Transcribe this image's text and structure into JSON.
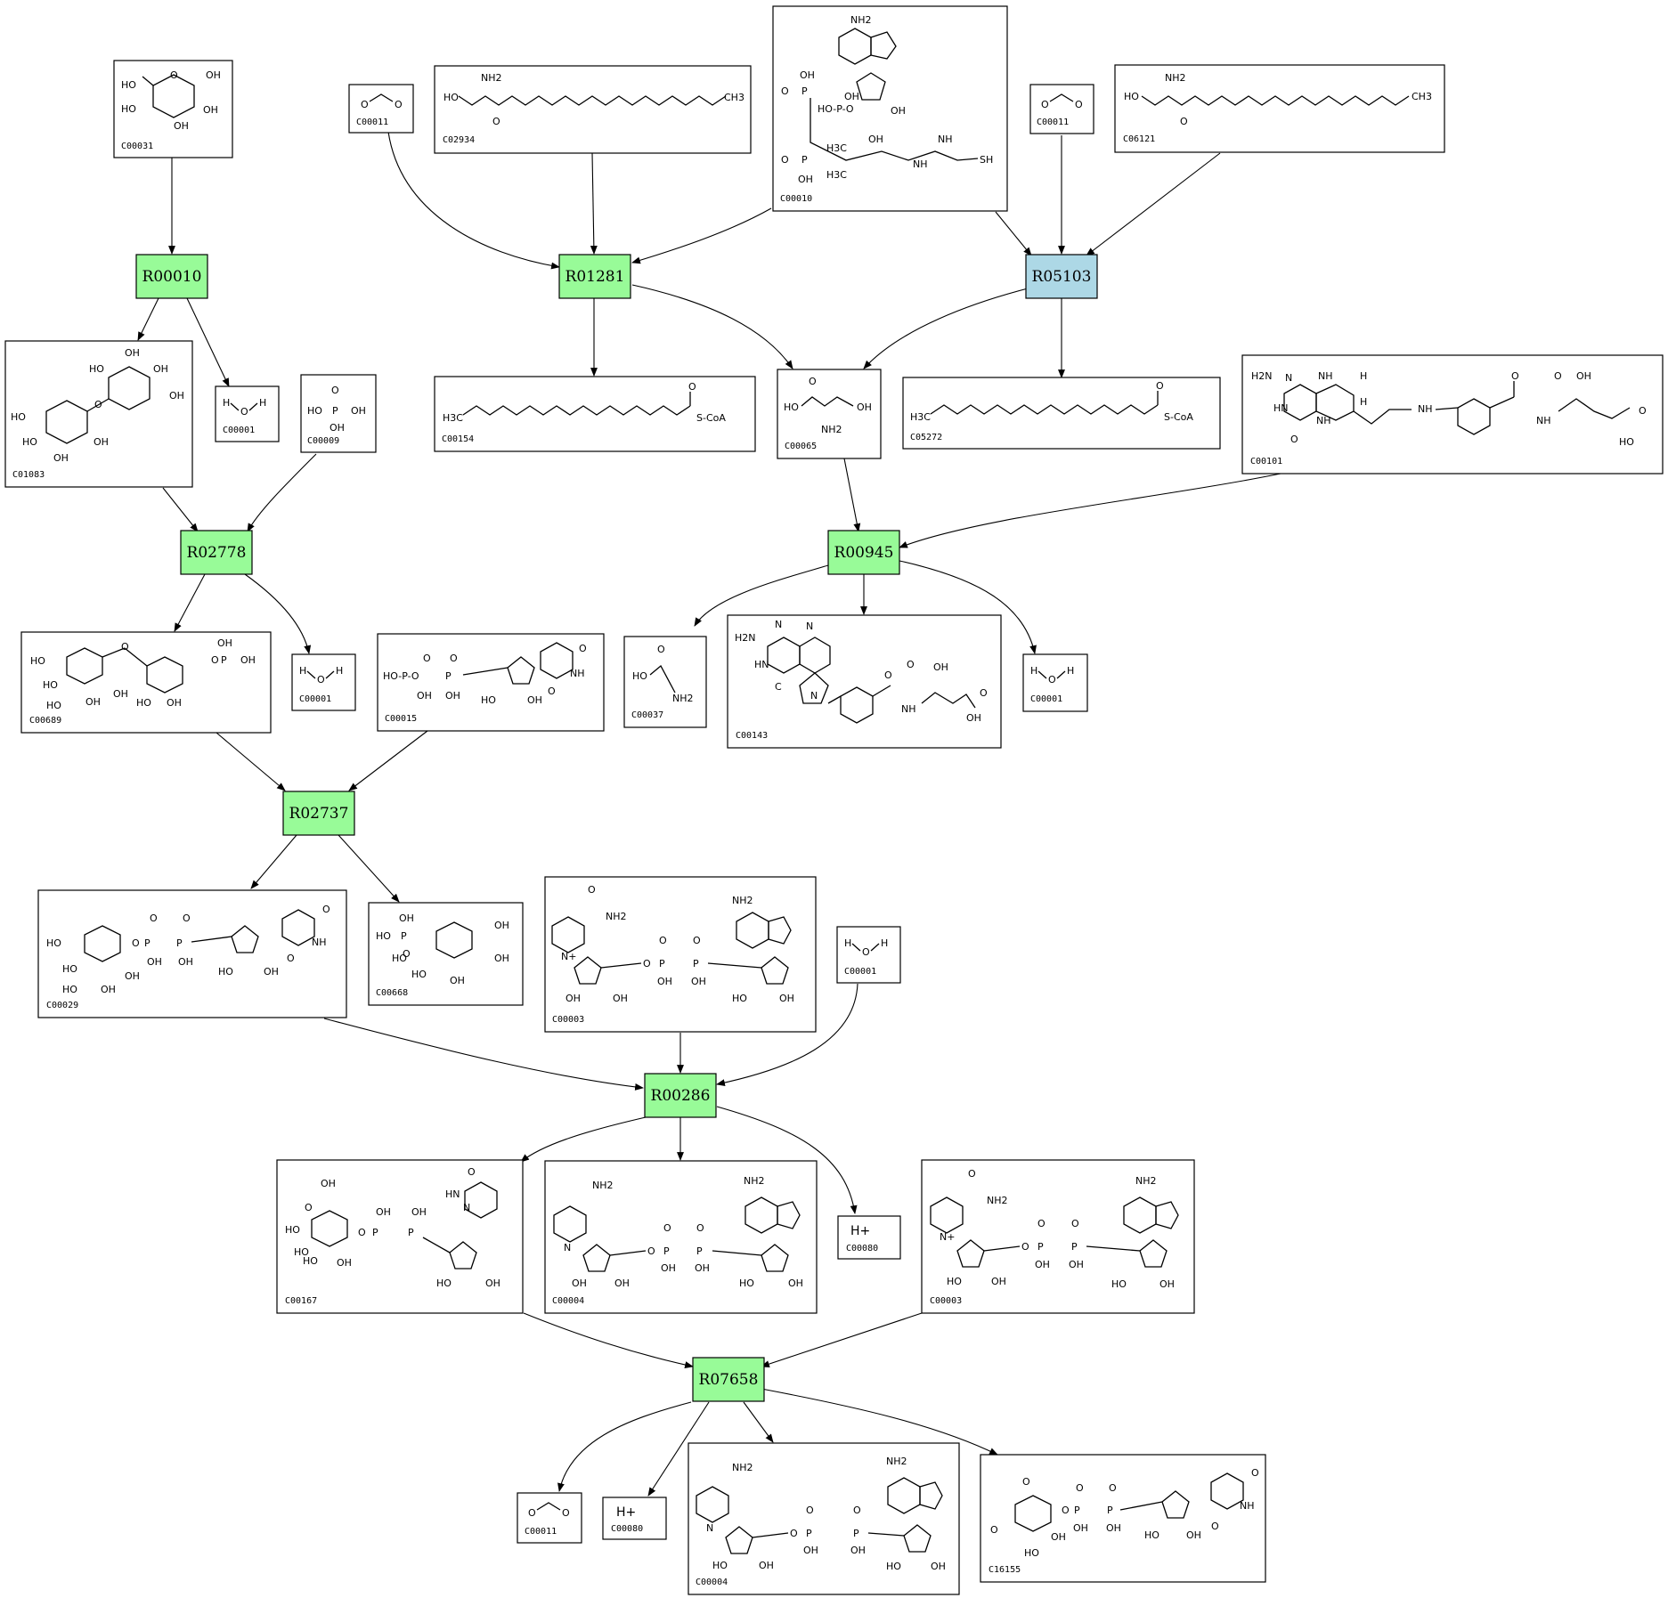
{
  "colors": {
    "reaction_default": "#98fb98",
    "reaction_highlight": "#add8e6"
  },
  "reactions": {
    "R00010": "R00010",
    "R01281": "R01281",
    "R05103": "R05103",
    "R02778": "R02778",
    "R00945": "R00945",
    "R02737": "R02737",
    "R00286": "R00286",
    "R07658": "R07658"
  },
  "compounds": {
    "C00031": "C00031",
    "C02934": "C02934",
    "C00011a": "C00011",
    "C00010": "C00010",
    "C00011b": "C00011",
    "C06121": "C06121",
    "C01083": "C01083",
    "C00001a": "C00001",
    "C00009": "C00009",
    "C00154": "C00154",
    "C00065": "C00065",
    "C05272": "C05272",
    "C00101": "C00101",
    "C00689": "C00689",
    "C00001b": "C00001",
    "C00015": "C00015",
    "C00037": "C00037",
    "C00143": "C00143",
    "C00001c": "C00001",
    "C00029": "C00029",
    "C00668": "C00668",
    "C00003a": "C00003",
    "C00001d": "C00001",
    "C00167": "C00167",
    "C00004a": "C00004",
    "C00080a": "C00080",
    "C00003b": "C00003",
    "C00011c": "C00011",
    "C00080b": "C00080",
    "C00004b": "C00004",
    "C16155": "C16155"
  },
  "atom_labels": {
    "oh": "OH",
    "ho": "HO",
    "nh2": "NH2",
    "h2n": "H2N",
    "o": "O",
    "n": "N",
    "nh": "NH",
    "hn": "HN",
    "p": "P",
    "h": "H",
    "sh": "SH",
    "s_coa": "S-CoA",
    "h3c": "H3C",
    "ch3": "CH3",
    "h_plus": "H+",
    "hop": "HO-P-O",
    "h3c_pair": "H3C",
    "c_eq": "C",
    "pyr_n": "N+"
  },
  "icons": {
    "edge_arrow": "arrowhead-icon"
  }
}
